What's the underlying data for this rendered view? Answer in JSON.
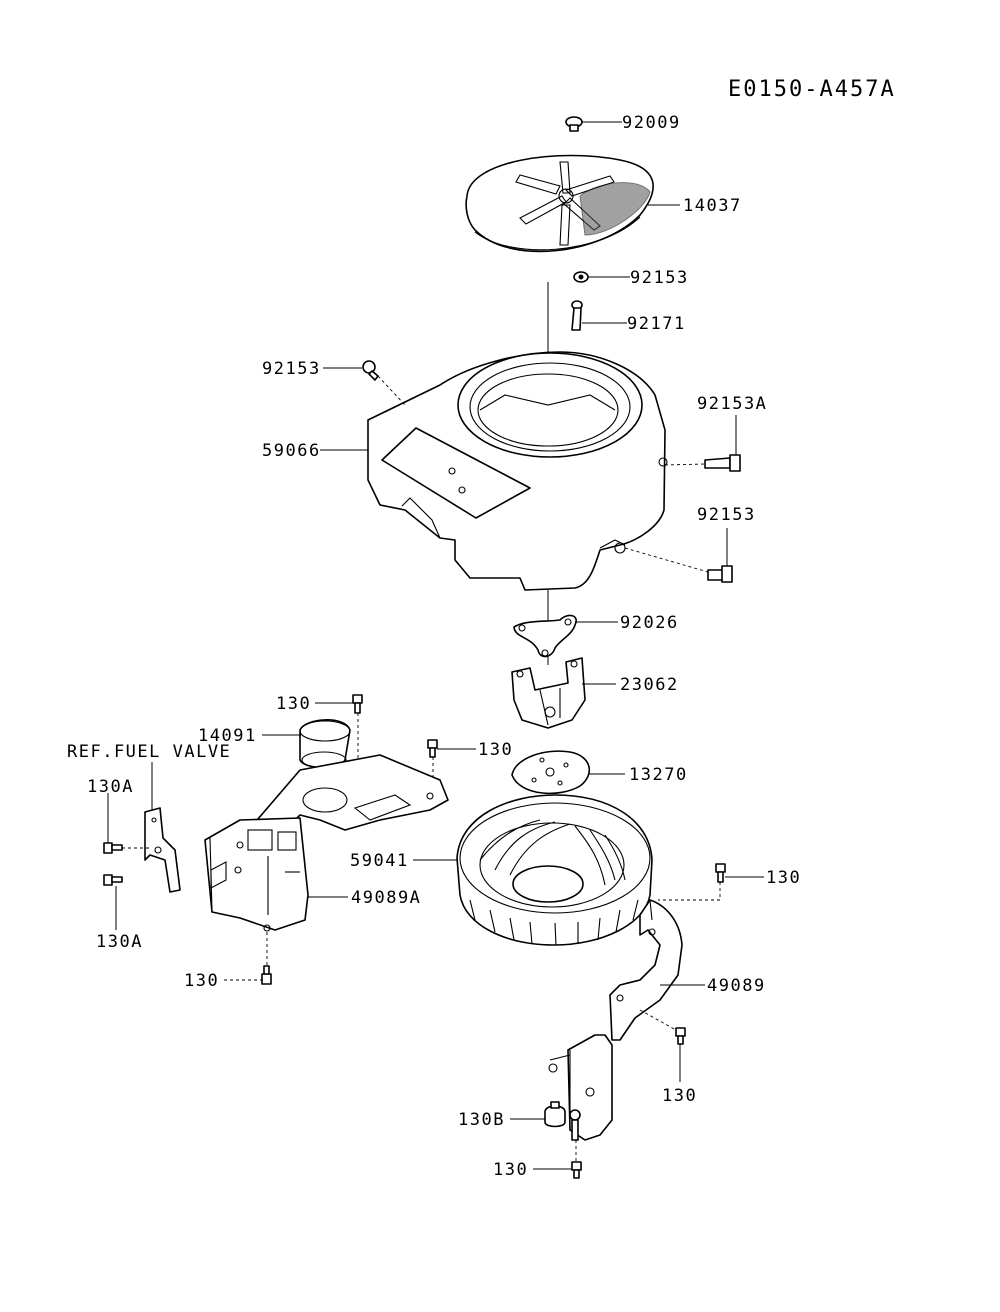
{
  "diagram_code": "E0150-A457A",
  "parts": [
    {
      "id": "p92009",
      "label": "92009"
    },
    {
      "id": "p14037",
      "label": "14037"
    },
    {
      "id": "p92153_top",
      "label": "92153"
    },
    {
      "id": "p92171",
      "label": "92171"
    },
    {
      "id": "p92153_left",
      "label": "92153"
    },
    {
      "id": "p59066",
      "label": "59066"
    },
    {
      "id": "p92153A",
      "label": "92153A"
    },
    {
      "id": "p92153_right",
      "label": "92153"
    },
    {
      "id": "p92026",
      "label": "92026"
    },
    {
      "id": "p23062",
      "label": "23062"
    },
    {
      "id": "p130_a",
      "label": "130"
    },
    {
      "id": "p14091",
      "label": "14091"
    },
    {
      "id": "p130_b",
      "label": "130"
    },
    {
      "id": "ref_fuel_valve",
      "label": "REF.FUEL VALVE"
    },
    {
      "id": "p13270",
      "label": "13270"
    },
    {
      "id": "p130A_top",
      "label": "130A"
    },
    {
      "id": "p59041",
      "label": "59041"
    },
    {
      "id": "p130_c",
      "label": "130"
    },
    {
      "id": "p49089A",
      "label": "49089A"
    },
    {
      "id": "p130A_bottom",
      "label": "130A"
    },
    {
      "id": "p130_d",
      "label": "130"
    },
    {
      "id": "p49089",
      "label": "49089"
    },
    {
      "id": "p130_e",
      "label": "130"
    },
    {
      "id": "p130B",
      "label": "130B"
    },
    {
      "id": "p130_f",
      "label": "130"
    }
  ]
}
